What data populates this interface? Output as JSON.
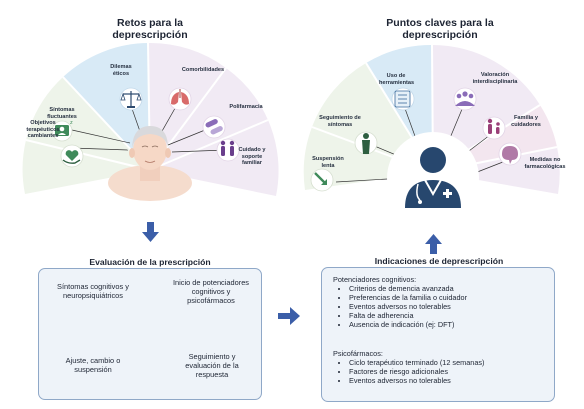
{
  "left": {
    "title_line1": "Retos para la",
    "title_line2": "deprescripción",
    "segments": [
      {
        "id": "objetivos",
        "label": "Objetivos terapéuticos cambiantes",
        "icon": "heart-hand-icon"
      },
      {
        "id": "sintomas",
        "label": "Síntomas fluctuantes",
        "icon": "patient-monitor-icon"
      },
      {
        "id": "dilemas",
        "label": "Dilemas éticos",
        "icon": "scales-icon"
      },
      {
        "id": "comorbilidades",
        "label": "Comorbilidades",
        "icon": "lungs-icon"
      },
      {
        "id": "polifarmacia",
        "label": "Polifarmacia",
        "icon": "pills-icon"
      },
      {
        "id": "cuidado",
        "label": "Cuidado y soporte familiar",
        "icon": "family-icon"
      }
    ]
  },
  "right": {
    "title_line1": "Puntos claves para la",
    "title_line2": "deprescripción",
    "segments": [
      {
        "id": "suspension",
        "label": "Suspensión lenta",
        "icon": "descending-arrow-icon"
      },
      {
        "id": "seguimiento",
        "label": "Seguimiento de síntomas",
        "icon": "thinking-person-icon"
      },
      {
        "id": "herramientas",
        "label": "Uso de herramientas",
        "icon": "checklist-icon"
      },
      {
        "id": "valoracion",
        "label": "Valoración interdisciplinaria",
        "icon": "team-icon"
      },
      {
        "id": "familia",
        "label": "Familia y cuidadores",
        "icon": "family-icon"
      },
      {
        "id": "medidas",
        "label": "Medidas no farmacológicas",
        "icon": "brain-icon"
      }
    ]
  },
  "evaluacion": {
    "title": "Evaluación de la prescripción",
    "nodes": {
      "sintomas": "Síntomas cognitivos y neuropsiquiátricos",
      "inicio": "Inicio de potenciadores cognitivos y psicofármacos",
      "seguimiento": "Seguimiento y evaluación de la respuesta",
      "ajuste": "Ajuste, cambio o suspensión"
    }
  },
  "indicaciones": {
    "title": "Indicaciones de deprescripción",
    "groups": [
      {
        "heading": "Potenciadores cognitivos:",
        "items": [
          "Criterios de demencia avanzada",
          "Preferencias de la familia o cuidador",
          "Eventos adversos no tolerables",
          "Falta de adherencia",
          "Ausencia de indicación (ej: DFT)"
        ]
      },
      {
        "heading": "Psicofármacos:",
        "items": [
          "Ciclo terapéutico terminado (12 semanas)",
          "Factores de riesgo adicionales",
          "Eventos adversos no tolerables"
        ]
      }
    ]
  },
  "colors": {
    "green_segment": "#eef4ea",
    "blue_segment": "#d8eaf6",
    "purple_segment": "#f1eaf4",
    "pink_segment": "#f3e6ef",
    "box_fill": "#eef3f9",
    "box_border": "#8fa8c8",
    "arrow_blue": "#3b5ea8",
    "doctor_navy": "#27476e"
  }
}
